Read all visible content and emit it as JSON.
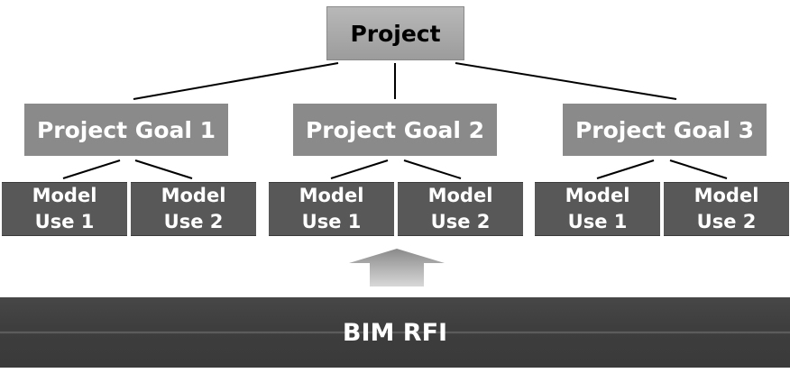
{
  "colors": {
    "root_fill": "#a8a8a8",
    "goal_fill": "#8a8a8a",
    "use_fill": "#585858",
    "base_fill": "#3f3f3f",
    "arrow_fill": "#9a9a9a"
  },
  "root": {
    "label": "Project"
  },
  "goals": [
    {
      "label": "Project Goal 1",
      "uses": [
        {
          "line1": "Model",
          "line2": "Use 1"
        },
        {
          "line1": "Model",
          "line2": "Use 2"
        }
      ]
    },
    {
      "label": "Project Goal 2",
      "uses": [
        {
          "line1": "Model",
          "line2": "Use 1"
        },
        {
          "line1": "Model",
          "line2": "Use 2"
        }
      ]
    },
    {
      "label": "Project Goal 3",
      "uses": [
        {
          "line1": "Model",
          "line2": "Use 1"
        },
        {
          "line1": "Model",
          "line2": "Use 2"
        }
      ]
    }
  ],
  "base": {
    "label": "BIM RFI"
  }
}
